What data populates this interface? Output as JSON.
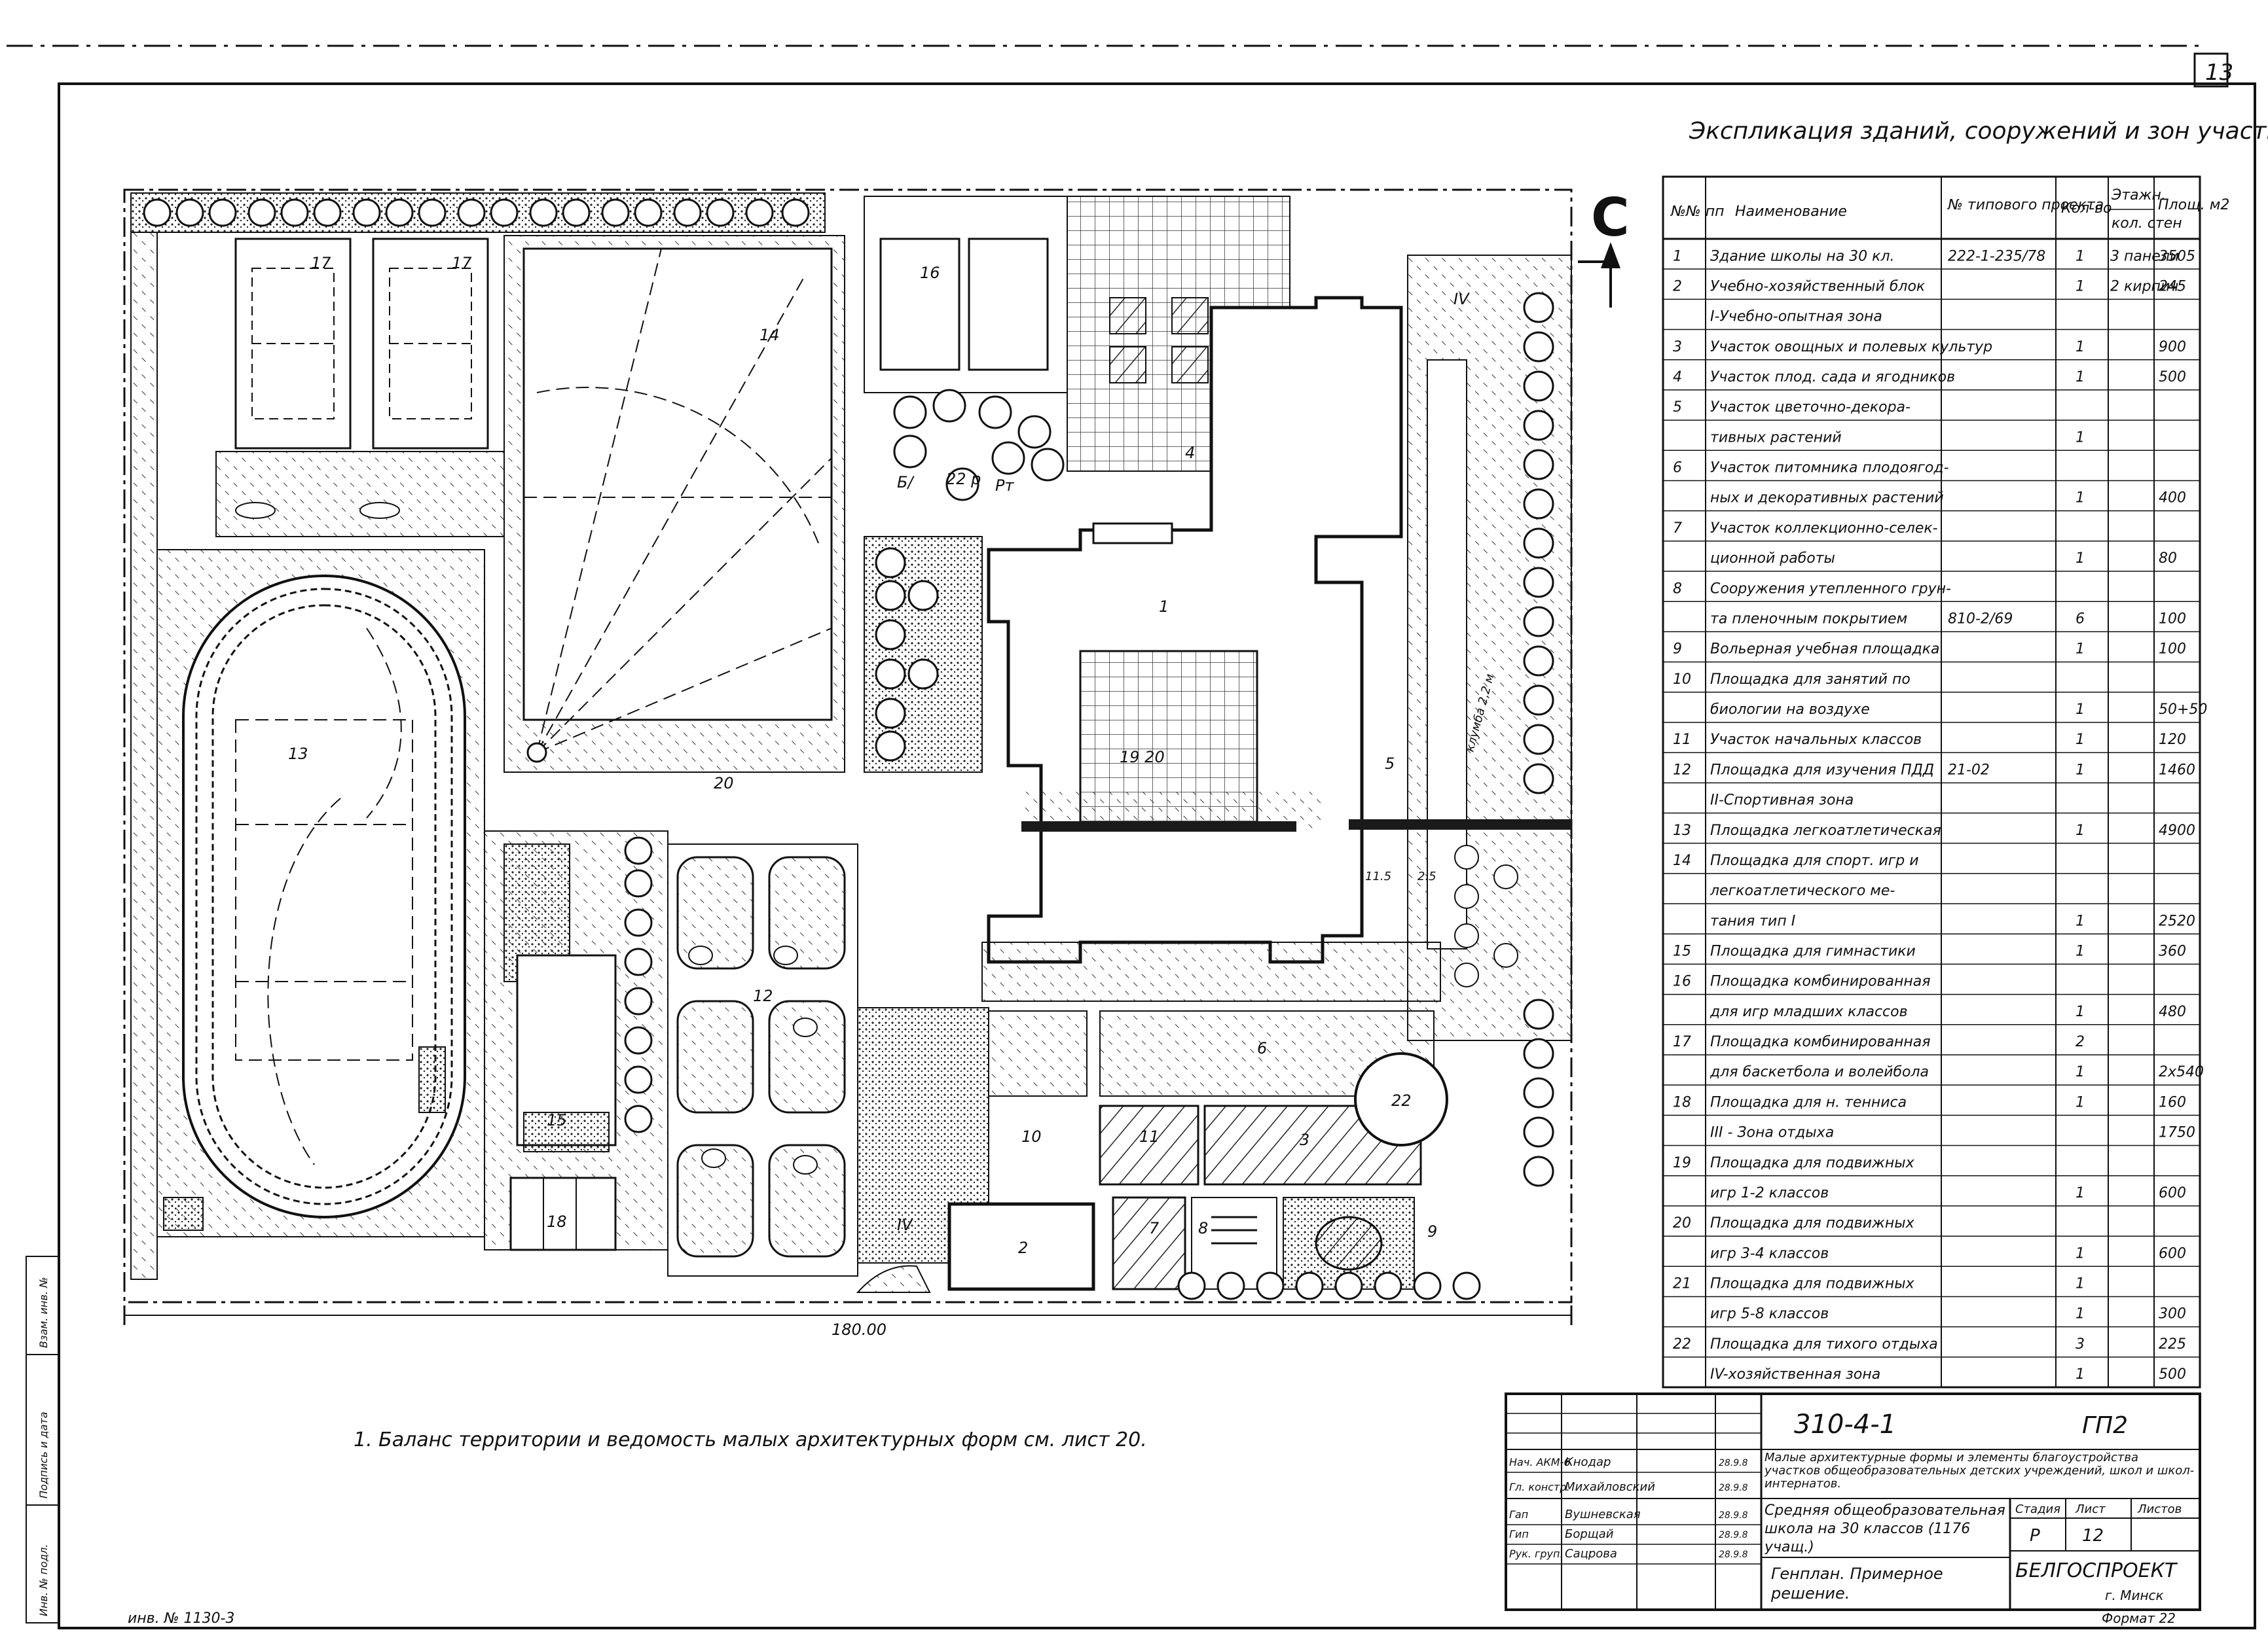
{
  "sheet_number": "13",
  "header": {
    "title": "Экспликация зданий, сооружений и зон участка школы"
  },
  "section_marker": "С",
  "colors": {
    "ink": "#111111",
    "paper": "#ffffff",
    "fill_dark": "#1a1a1a"
  },
  "plan": {
    "zone_labels": [
      "1",
      "2",
      "3",
      "4",
      "5",
      "6",
      "7",
      "8",
      "9",
      "10",
      "11",
      "12",
      "13",
      "14",
      "15",
      "16",
      "17",
      "17",
      "18",
      "19 20",
      "20",
      "22",
      "IV",
      "IV",
      "22 р",
      "Б/",
      "Рт"
    ],
    "dimension_width": "180.00",
    "dim_small_1": "11.5",
    "dim_small_2": "2.5",
    "vertical_note": "клумба 2,2 м"
  },
  "explication_table": {
    "headers": {
      "num": "№№ пп",
      "name": "Наименование",
      "project": "№ типового проекта",
      "qty": "Кол-во",
      "floors": "Этажн.",
      "floors_sub": "кол. стен",
      "area": "Площ. м2"
    },
    "rows": [
      {
        "num": "1",
        "name": "Здание школы на 30 кл.",
        "project": "222-1-235/78",
        "qty": "1",
        "floors": "3 панели",
        "area": "3505"
      },
      {
        "num": "2",
        "name": "Учебно-хозяйственный блок",
        "project": "",
        "qty": "1",
        "floors": "2 кирпич",
        "area": "245"
      },
      {
        "num": "",
        "name": "I-Учебно-опытная зона",
        "project": "",
        "qty": "",
        "floors": "",
        "area": ""
      },
      {
        "num": "3",
        "name": "Участок овощных и полевых культур",
        "project": "",
        "qty": "1",
        "floors": "",
        "area": "900"
      },
      {
        "num": "4",
        "name": "Участок плод. сада и ягодников",
        "project": "",
        "qty": "1",
        "floors": "",
        "area": "500"
      },
      {
        "num": "5",
        "name": "Участок цветочно-декора-",
        "project": "",
        "qty": "",
        "floors": "",
        "area": ""
      },
      {
        "num": "",
        "name": "тивных растений",
        "project": "",
        "qty": "1",
        "floors": "",
        "area": ""
      },
      {
        "num": "6",
        "name": "Участок питомника плодоягод-",
        "project": "",
        "qty": "",
        "floors": "",
        "area": ""
      },
      {
        "num": "",
        "name": "ных и декоративных растений",
        "project": "",
        "qty": "1",
        "floors": "",
        "area": "400"
      },
      {
        "num": "7",
        "name": "Участок коллекционно-селек-",
        "project": "",
        "qty": "",
        "floors": "",
        "area": ""
      },
      {
        "num": "",
        "name": "ционной работы",
        "project": "",
        "qty": "1",
        "floors": "",
        "area": "80"
      },
      {
        "num": "8",
        "name": "Сооружения утепленного грун-",
        "project": "",
        "qty": "",
        "floors": "",
        "area": ""
      },
      {
        "num": "",
        "name": "та пленочным покрытием",
        "project": "810-2/69",
        "qty": "6",
        "floors": "",
        "area": "100"
      },
      {
        "num": "9",
        "name": "Вольерная учебная площадка",
        "project": "",
        "qty": "1",
        "floors": "",
        "area": "100"
      },
      {
        "num": "10",
        "name": "Площадка для занятий по",
        "project": "",
        "qty": "",
        "floors": "",
        "area": ""
      },
      {
        "num": "",
        "name": "биологии на воздухе",
        "project": "",
        "qty": "1",
        "floors": "",
        "area": "50+50"
      },
      {
        "num": "11",
        "name": "Участок начальных классов",
        "project": "",
        "qty": "1",
        "floors": "",
        "area": "120"
      },
      {
        "num": "12",
        "name": "Площадка для изучения ПДД",
        "project": "21-02",
        "qty": "1",
        "floors": "",
        "area": "1460"
      },
      {
        "num": "",
        "name": "II-Спортивная зона",
        "project": "",
        "qty": "",
        "floors": "",
        "area": ""
      },
      {
        "num": "13",
        "name": "Площадка легкоатлетическая",
        "project": "",
        "qty": "1",
        "floors": "",
        "area": "4900"
      },
      {
        "num": "14",
        "name": "Площадка для спорт. игр и",
        "project": "",
        "qty": "",
        "floors": "",
        "area": ""
      },
      {
        "num": "",
        "name": "легкоатлетического ме-",
        "project": "",
        "qty": "",
        "floors": "",
        "area": ""
      },
      {
        "num": "",
        "name": "тания тип I",
        "project": "",
        "qty": "1",
        "floors": "",
        "area": "2520"
      },
      {
        "num": "15",
        "name": "Площадка для гимнастики",
        "project": "",
        "qty": "1",
        "floors": "",
        "area": "360"
      },
      {
        "num": "16",
        "name": "Площадка комбинированная",
        "project": "",
        "qty": "",
        "floors": "",
        "area": ""
      },
      {
        "num": "",
        "name": "для игр младших классов",
        "project": "",
        "qty": "1",
        "floors": "",
        "area": "480"
      },
      {
        "num": "17",
        "name": "Площадка комбинированная",
        "project": "",
        "qty": "2",
        "floors": "",
        "area": ""
      },
      {
        "num": "",
        "name": "для баскетбола и волейбола",
        "project": "",
        "qty": "1",
        "floors": "",
        "area": "2x540"
      },
      {
        "num": "18",
        "name": "Площадка для н. тенниса",
        "project": "",
        "qty": "1",
        "floors": "",
        "area": "160"
      },
      {
        "num": "",
        "name": "III - Зона отдыха",
        "project": "",
        "qty": "",
        "floors": "",
        "area": "1750"
      },
      {
        "num": "19",
        "name": "Площадка для подвижных",
        "project": "",
        "qty": "",
        "floors": "",
        "area": ""
      },
      {
        "num": "",
        "name": "игр 1-2 классов",
        "project": "",
        "qty": "1",
        "floors": "",
        "area": "600"
      },
      {
        "num": "20",
        "name": "Площадка для подвижных",
        "project": "",
        "qty": "",
        "floors": "",
        "area": ""
      },
      {
        "num": "",
        "name": "игр 3-4 классов",
        "project": "",
        "qty": "1",
        "floors": "",
        "area": "600"
      },
      {
        "num": "21",
        "name": "Площадка для подвижных",
        "project": "",
        "qty": "1",
        "floors": "",
        "area": ""
      },
      {
        "num": "",
        "name": "игр 5-8 классов",
        "project": "",
        "qty": "1",
        "floors": "",
        "area": "300"
      },
      {
        "num": "22",
        "name": "Площадка для тихого отдыха",
        "project": "",
        "qty": "3",
        "floors": "",
        "area": "225"
      },
      {
        "num": "",
        "name": "IV-хозяйственная зона",
        "project": "",
        "qty": "1",
        "floors": "",
        "area": "500"
      }
    ]
  },
  "footnote": "1. Баланс территории и ведомость малых архитектурных форм см. лист 20.",
  "title_block": {
    "project_code": "310-4-1",
    "sheet_code": "ГП2",
    "series_title": "Малые архитектурные формы и элементы благоустройства участков общеобразовательных детских учреждений, школ и школ-интернатов.",
    "object_title": "Средняя общеобразовательная школа на 30 классов (1176 учащ.)",
    "drawing_title": "Генплан. Примерное решение.",
    "org": "БЕЛГОСПРОЕКТ",
    "city": "г. Минск",
    "format": "Формат 22",
    "stage_header": "Стадия",
    "sheet_header": "Лист",
    "sheets_header": "Листов",
    "stage": "Р",
    "sheet": "12",
    "staff": [
      {
        "role": "Нач. АКМ-6",
        "name": "Кнодар",
        "date": "28.9.8"
      },
      {
        "role": "Гл. констр.",
        "name": "Михайловский",
        "date": "28.9.8"
      },
      {
        "role": "Гап",
        "name": "Вушневская",
        "date": "28.9.8"
      },
      {
        "role": "Гип",
        "name": "Борщай",
        "date": "28.9.8"
      },
      {
        "role": "Рук. груп.",
        "name": "Сацрова",
        "date": "28.9.8"
      }
    ]
  },
  "side_stamp": {
    "inv_label": "Инв. № подл.",
    "sign_label": "Подпись и дата",
    "swap_label": "Взам. инв. №"
  },
  "inv_number": "инв. № 1130-3"
}
